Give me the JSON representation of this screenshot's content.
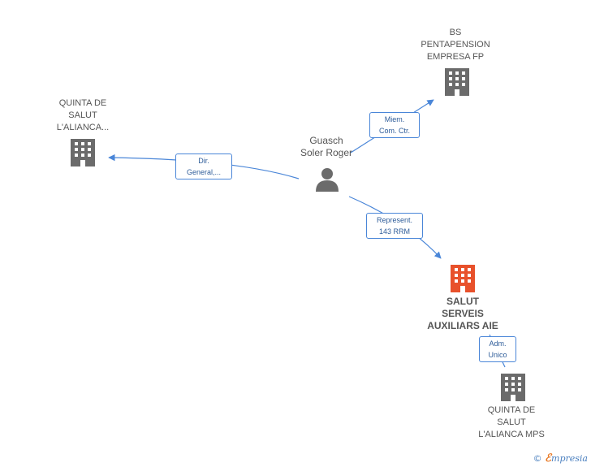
{
  "nodes": {
    "bs": {
      "lines": [
        "BS",
        "PENTAPENSION",
        "EMPRESA FP"
      ],
      "type": "company"
    },
    "quinta1": {
      "lines": [
        "QUINTA DE",
        "SALUT",
        "L'ALIANCA..."
      ],
      "type": "company"
    },
    "person": {
      "lines": [
        "Guasch",
        "Soler Roger"
      ],
      "type": "person"
    },
    "salut": {
      "lines": [
        "SALUT",
        "SERVEIS",
        "AUXILIARS AIE"
      ],
      "type": "company-main"
    },
    "quinta2": {
      "lines": [
        "QUINTA DE",
        "SALUT",
        "L'ALIANCA MPS"
      ],
      "type": "company"
    }
  },
  "edges": {
    "to_bs": {
      "lines": [
        "Miem.",
        "Com. Ctr."
      ]
    },
    "to_quinta1": {
      "lines": [
        "Dir.",
        "General,..."
      ]
    },
    "to_salut": {
      "lines": [
        "Represent.",
        "143 RRM"
      ]
    },
    "salut_quinta2": {
      "lines": [
        "Adm.",
        "Unico"
      ]
    }
  },
  "colors": {
    "company": "#6b6b6b",
    "main_company": "#e8512b",
    "person": "#6b6b6b",
    "edge": "#4a86d8"
  },
  "footer": {
    "copyright": "©",
    "brand_initial": "ℰ",
    "brand_rest": "mpresia"
  }
}
